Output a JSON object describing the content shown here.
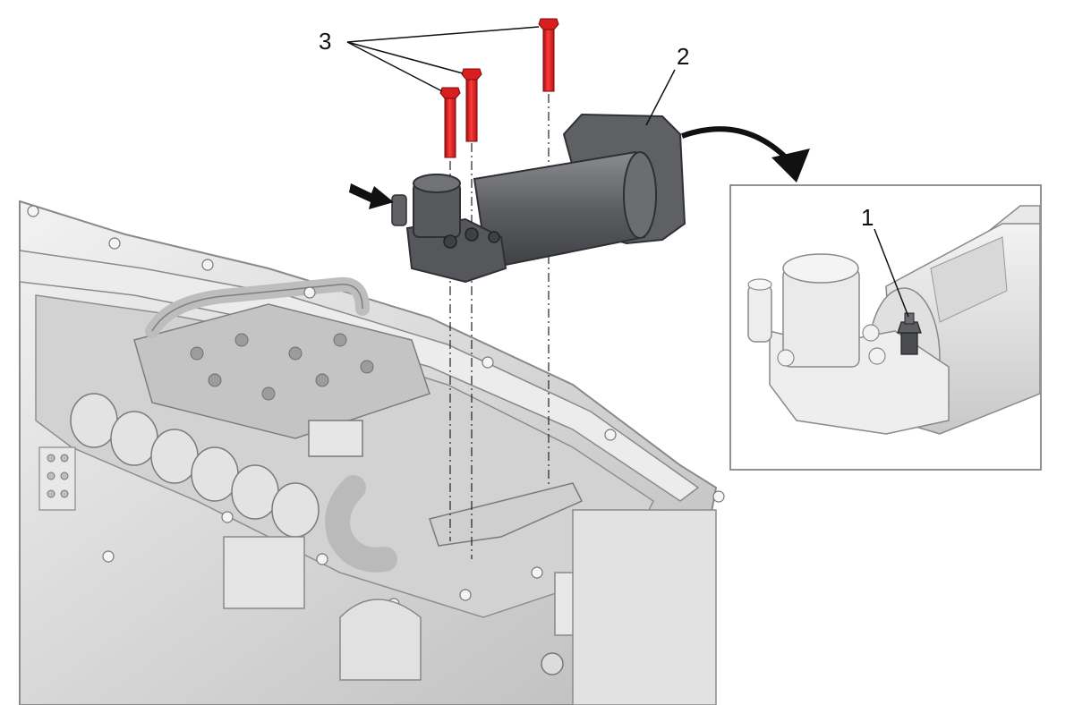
{
  "callouts": {
    "bolts": {
      "label": "3"
    },
    "pump_assembly": {
      "label": "2"
    },
    "fitting": {
      "label": "1"
    }
  },
  "colors": {
    "bolt": "#d81e1e",
    "pump_body": "#5b5d60",
    "housing": "#dcdcdc",
    "housing_edge": "#8a8a8a",
    "inset_border": "#6e6e6e",
    "leader": "#111111"
  },
  "icons": {
    "direction_arrow": "arrow-right-icon",
    "transfer_arrow": "curved-arrow-icon"
  }
}
